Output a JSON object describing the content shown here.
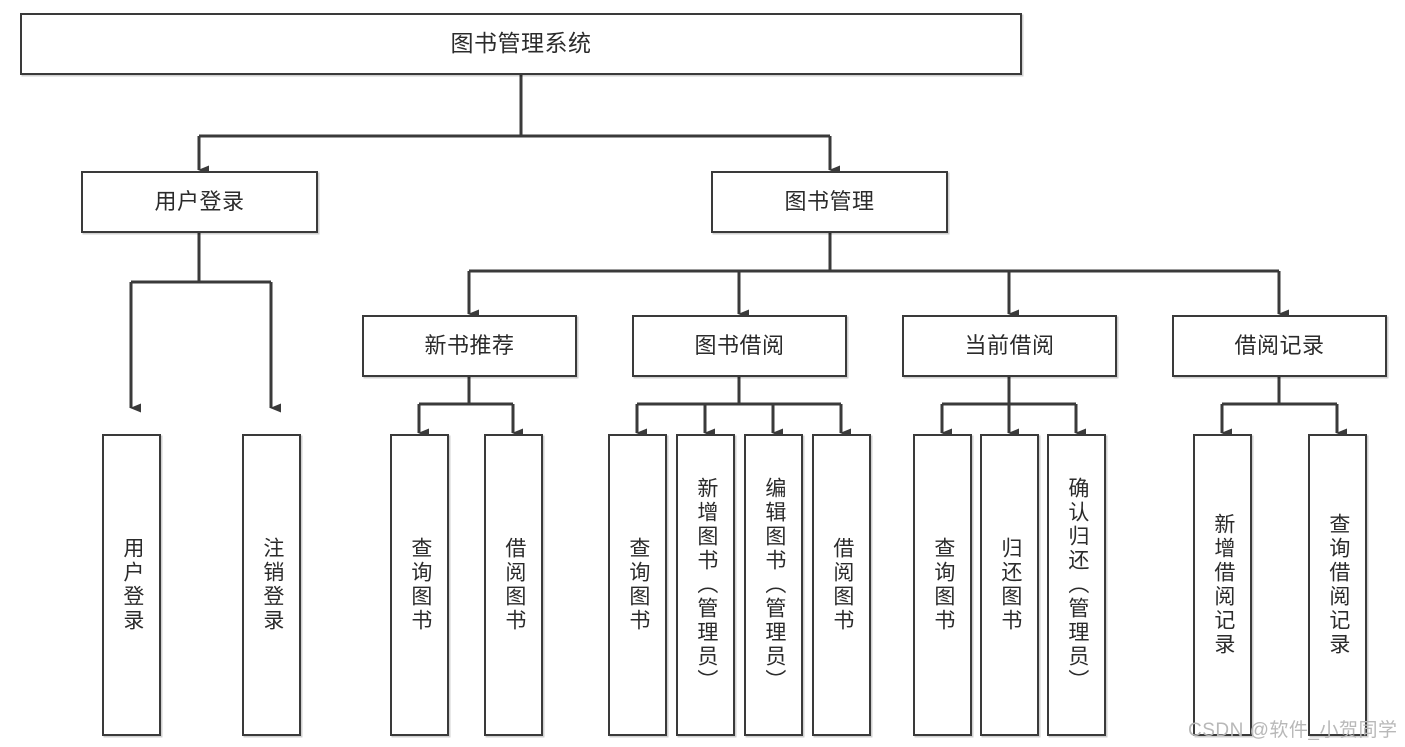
{
  "diagram": {
    "type": "tree-hierarchy-chart",
    "title": "图书管理系统",
    "edge_style": "orthogonal-arrow",
    "colors": {
      "box_border": "#3a3a3a",
      "box_fill": "#ffffff",
      "text": "#2b2b2b",
      "connector": "#3a3a3a",
      "watermark": "#b8b8b8",
      "background": "#ffffff"
    },
    "nodes": {
      "root": {
        "label": "图书管理系统"
      },
      "level2": [
        {
          "label": "用户登录"
        },
        {
          "label": "图书管理"
        }
      ],
      "level3": [
        {
          "label": "新书推荐"
        },
        {
          "label": "图书借阅"
        },
        {
          "label": "当前借阅"
        },
        {
          "label": "借阅记录"
        }
      ],
      "leaves": {
        "user_login": [
          {
            "label": "用户登录"
          },
          {
            "label": "注销登录"
          }
        ],
        "new_book_recommend": [
          {
            "label": "查询图书"
          },
          {
            "label": "借阅图书"
          }
        ],
        "book_borrow": [
          {
            "label": "查询图书"
          },
          {
            "label": "新增图书（管理员）"
          },
          {
            "label": "编辑图书（管理员）"
          },
          {
            "label": "借阅图书"
          }
        ],
        "current_borrow": [
          {
            "label": "查询图书"
          },
          {
            "label": "归还图书"
          },
          {
            "label": "确认归还（管理员）"
          }
        ],
        "borrow_record": [
          {
            "label": "新增借阅记录"
          },
          {
            "label": "查询借阅记录"
          }
        ]
      }
    },
    "watermark": "CSDN @软件_小贺同学"
  }
}
